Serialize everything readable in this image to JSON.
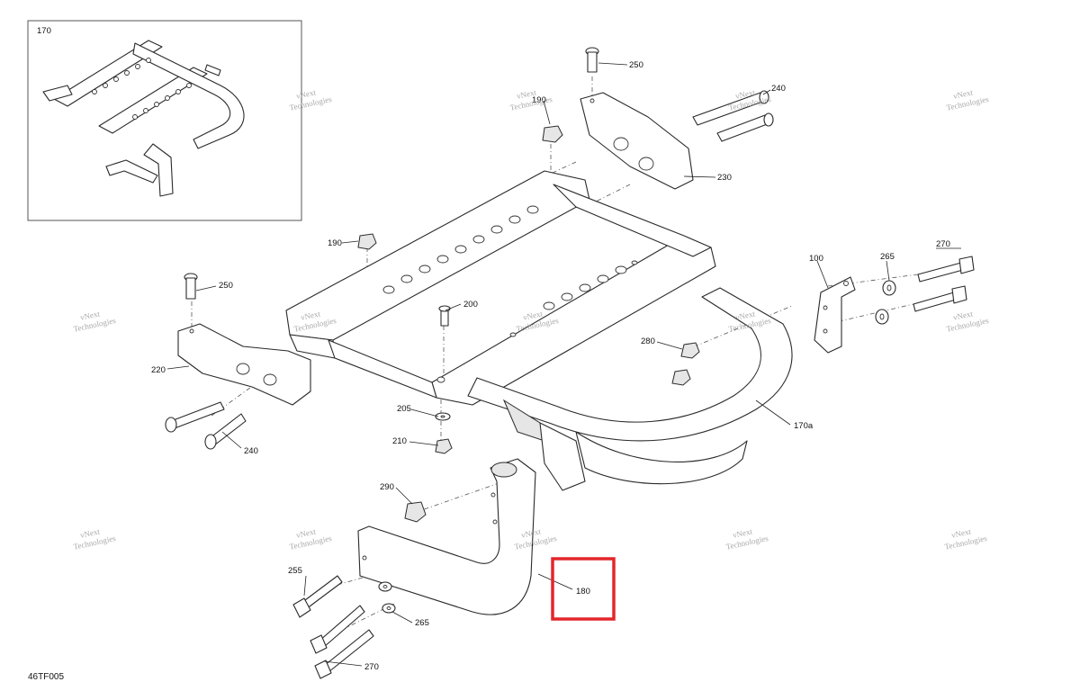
{
  "diagram_code": "46TF005",
  "inset": {
    "label": "170"
  },
  "callouts": {
    "c250a": "250",
    "c240a": "240",
    "c190a": "190",
    "c230": "230",
    "c190b": "190",
    "c250b": "250",
    "c200": "200",
    "c100": "100",
    "c265a": "265",
    "c270a": "270",
    "c220": "220",
    "c280": "280",
    "c205": "205",
    "c210": "210",
    "c240b": "240",
    "c170a": "170a",
    "c290": "290",
    "c255": "255",
    "c180": "180",
    "c265b": "265",
    "c270b": "270"
  },
  "watermark": {
    "line1": "vNext",
    "line2": "Technologies"
  },
  "highlight": {
    "color": "#e3262b"
  }
}
